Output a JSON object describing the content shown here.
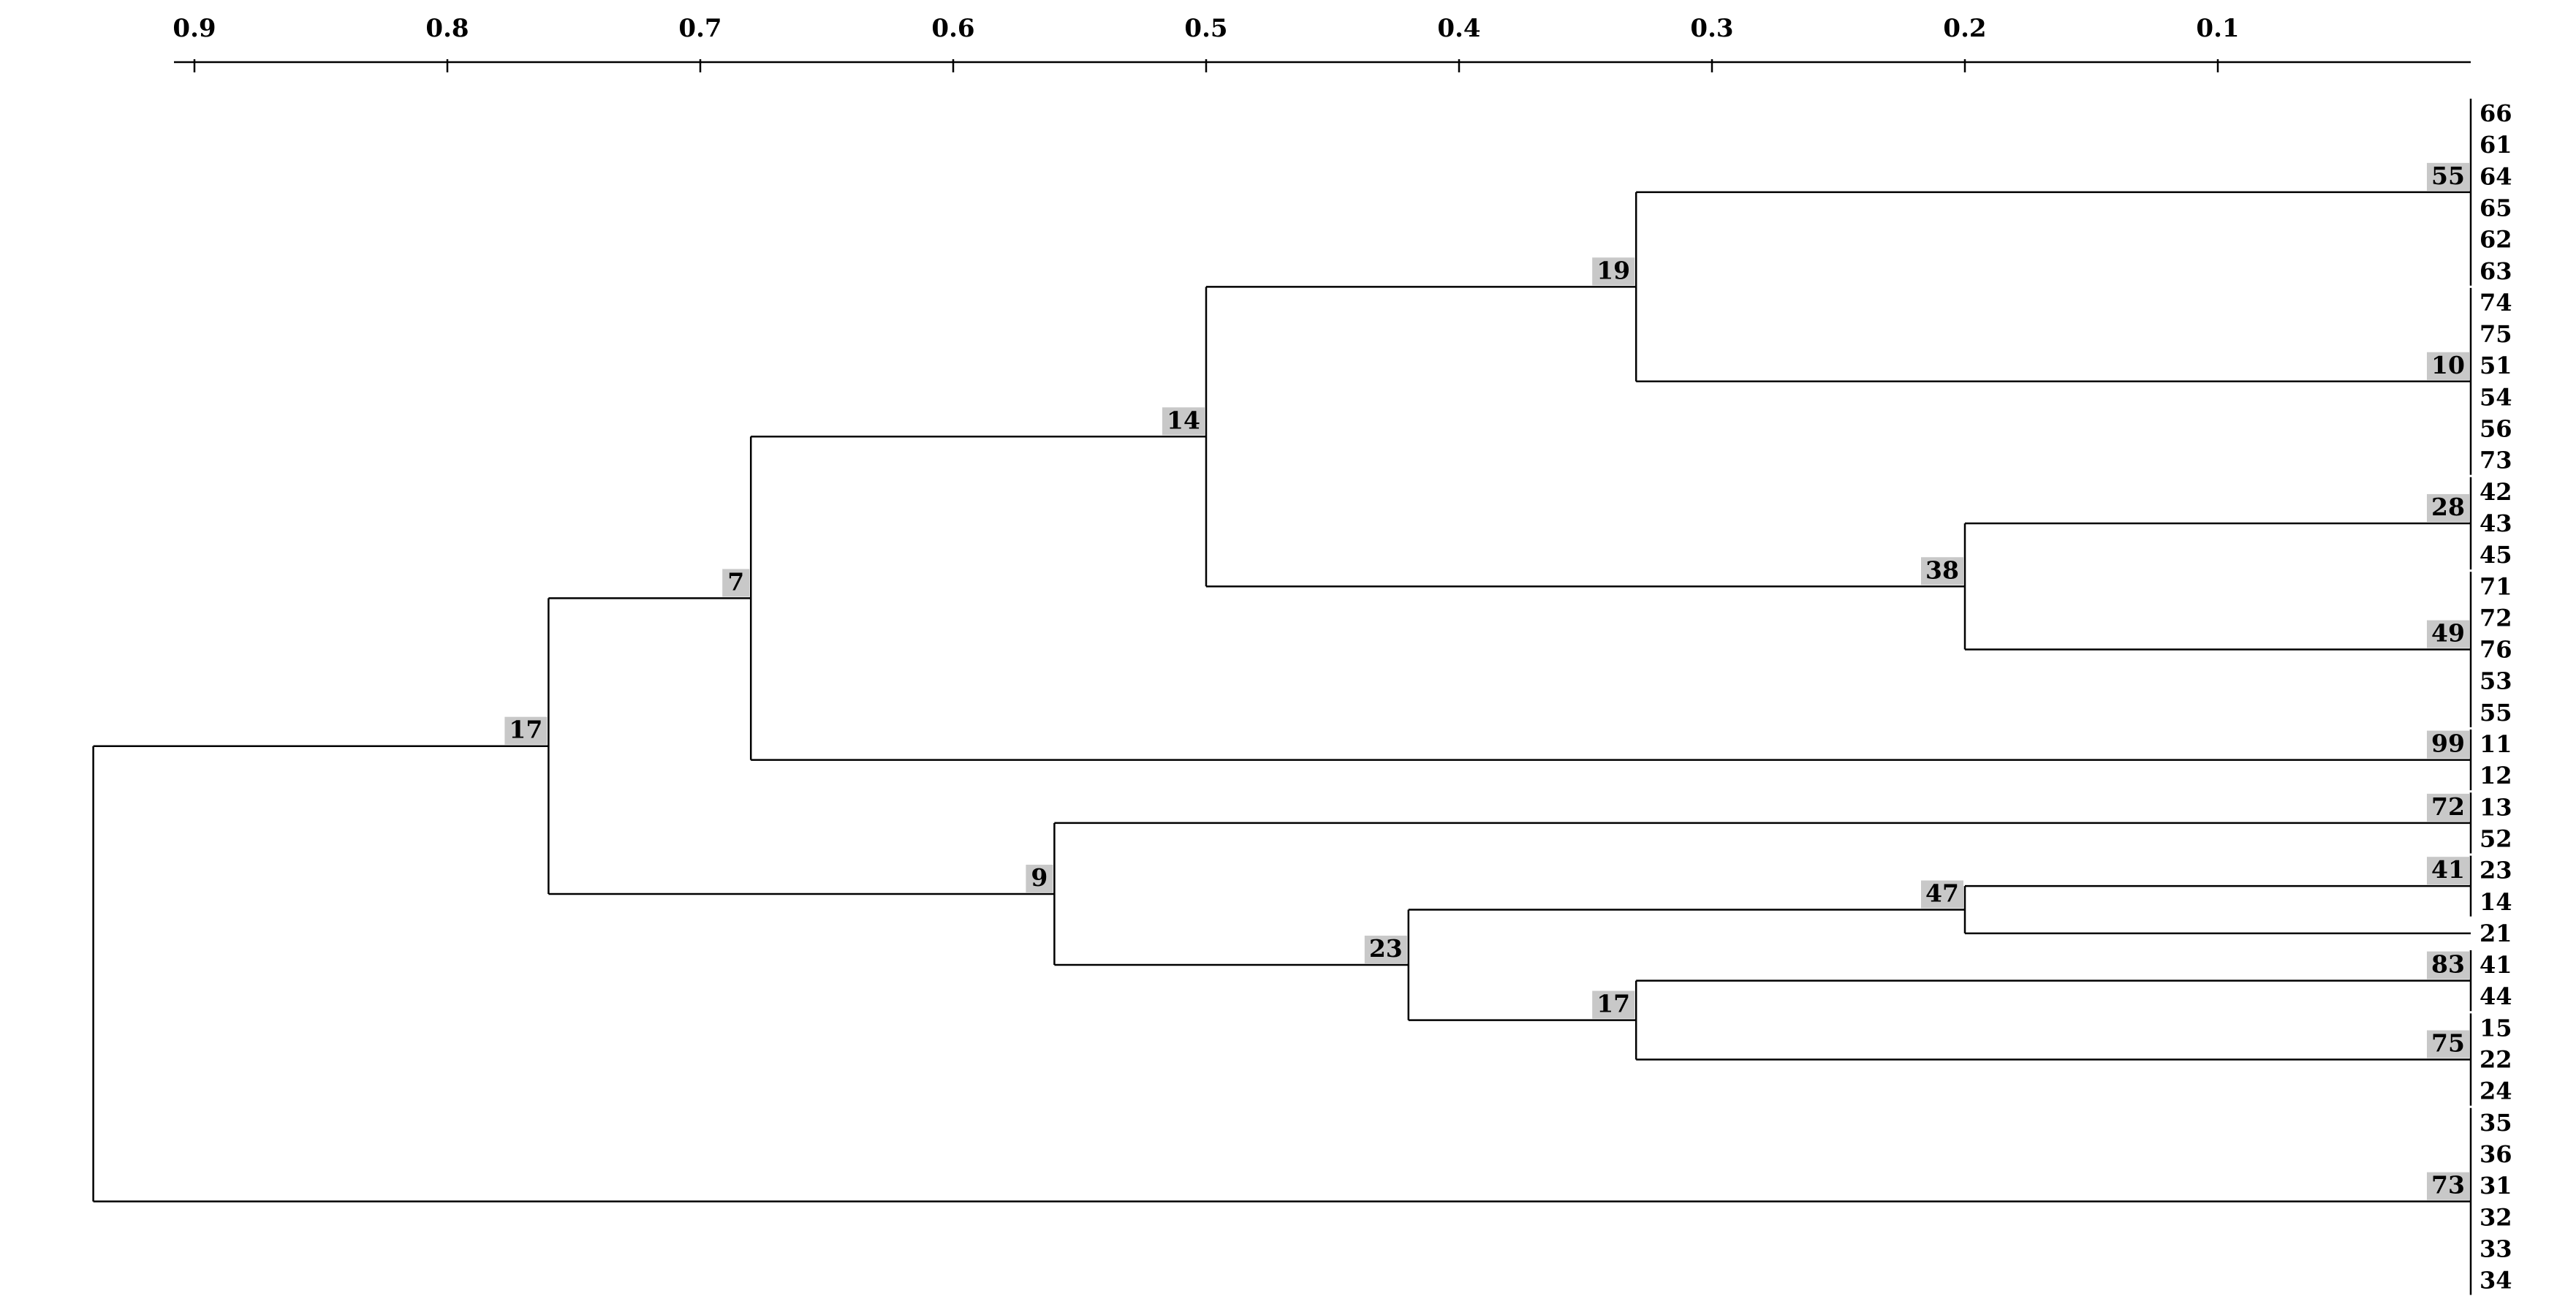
{
  "axis": {
    "ticks": [
      0.9,
      0.8,
      0.7,
      0.6,
      0.5,
      0.4,
      0.3,
      0.2,
      0.1
    ],
    "tick_labels": [
      "0.9",
      "0.8",
      "0.7",
      "0.6",
      "0.5",
      "0.4",
      "0.3",
      "0.2",
      "0.1"
    ]
  },
  "leaves": [
    "66",
    "61",
    "64",
    "65",
    "62",
    "63",
    "74",
    "75",
    "51",
    "54",
    "56",
    "73",
    "42",
    "43",
    "45",
    "71",
    "72",
    "76",
    "53",
    "55",
    "11",
    "12",
    "13",
    "52",
    "23",
    "14",
    "21",
    "41",
    "44",
    "15",
    "22",
    "24",
    "35",
    "36",
    "31",
    "32",
    "33",
    "34"
  ],
  "clusters": [
    {
      "label": "55",
      "height": 0,
      "first": 0,
      "last": 5
    },
    {
      "label": "10",
      "height": 0,
      "first": 6,
      "last": 11
    },
    {
      "label": "28",
      "height": 0,
      "first": 12,
      "last": 14
    },
    {
      "label": "49",
      "height": 0,
      "first": 15,
      "last": 19
    },
    {
      "label": "99",
      "height": 0,
      "first": 20,
      "last": 21
    },
    {
      "label": "72",
      "height": 0,
      "first": 22,
      "last": 23
    },
    {
      "label": "41",
      "height": 0,
      "first": 24,
      "last": 25
    },
    {
      "label": "83",
      "height": 0,
      "first": 27,
      "last": 28
    },
    {
      "label": "75",
      "height": 0,
      "first": 29,
      "last": 31
    },
    {
      "label": "73",
      "height": 0,
      "first": 32,
      "last": 37
    }
  ],
  "internal_nodes": [
    {
      "id": "n19",
      "label": "19",
      "height": 0.33,
      "children": [
        "c55",
        "c10"
      ]
    },
    {
      "id": "n38",
      "label": "38",
      "height": 0.2,
      "children": [
        "c28",
        "c49"
      ]
    },
    {
      "id": "n14",
      "label": "14",
      "height": 0.5,
      "children": [
        "n19",
        "n38"
      ]
    },
    {
      "id": "n7",
      "label": "7",
      "height": 0.68,
      "children": [
        "n14",
        "c99"
      ]
    },
    {
      "id": "n47",
      "label": "47",
      "height": 0.2,
      "children": [
        "c41",
        "l26"
      ]
    },
    {
      "id": "n17b",
      "label": "17",
      "height": 0.33,
      "children": [
        "c83",
        "c75"
      ]
    },
    {
      "id": "n23",
      "label": "23",
      "height": 0.42,
      "children": [
        "n47",
        "n17b"
      ]
    },
    {
      "id": "n9",
      "label": "9",
      "height": 0.56,
      "children": [
        "c72",
        "n23"
      ]
    },
    {
      "id": "n17a",
      "label": "17",
      "height": 0.76,
      "children": [
        "n7",
        "n9"
      ]
    },
    {
      "id": "root",
      "label": "",
      "height": 0.94,
      "children": [
        "n17a",
        "c73"
      ]
    }
  ]
}
